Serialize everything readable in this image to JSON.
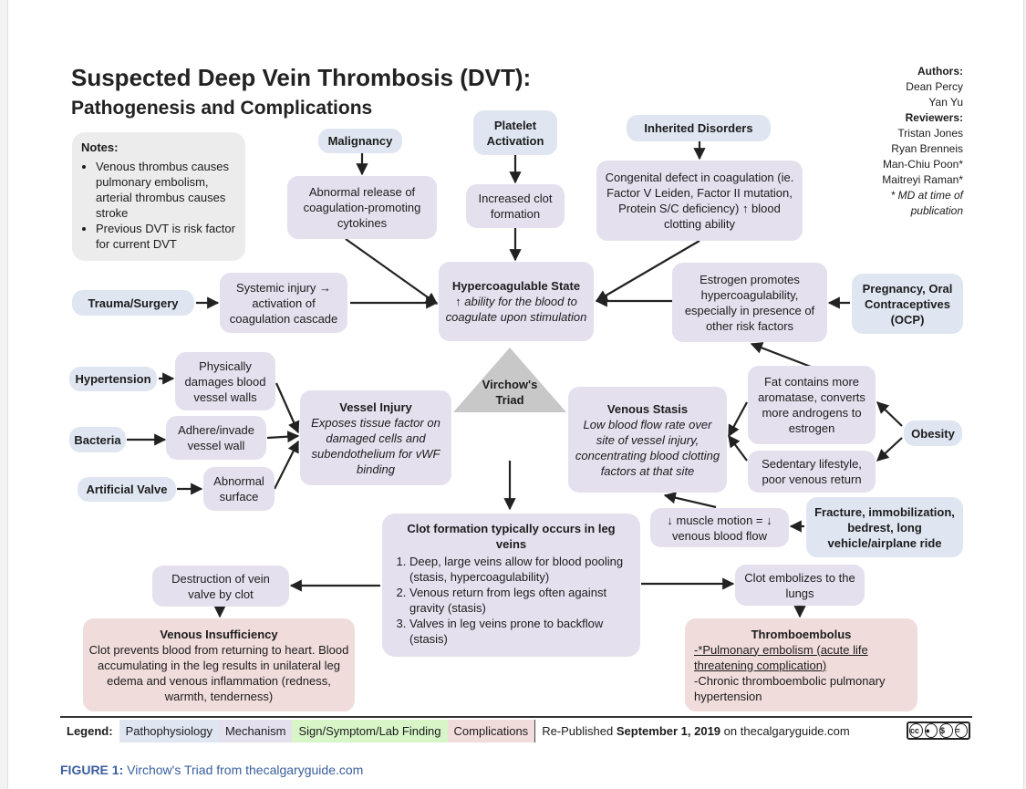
{
  "title": {
    "main": "Suspected Deep Vein Thrombosis (DVT):",
    "sub": "Pathogenesis and Complications"
  },
  "notes": {
    "heading": "Notes:",
    "items": [
      "Venous thrombus causes pulmonary embolism, arterial thrombus causes stroke",
      "Previous DVT is risk factor for current DVT"
    ]
  },
  "authors": {
    "authors_label": "Authors:",
    "authors": [
      "Dean Percy",
      "Yan Yu"
    ],
    "reviewers_label": "Reviewers:",
    "reviewers": [
      "Tristan Jones",
      "Ryan Brenneis",
      "Man-Chiu Poon*",
      "Maitreyi Raman*"
    ],
    "footnote": "* MD at time of publication"
  },
  "nodes": {
    "malignancy": "Malignancy",
    "abnormal_release": "Abnormal release of coagulation-promoting cytokines",
    "platelet_activation": "Platelet Activation",
    "increased_clot": "Increased clot formation",
    "inherited_disorders": "Inherited Disorders",
    "congenital_defect": "Congenital defect in coagulation (ie. Factor V Leiden, Factor II mutation, Protein S/C deficiency) ↑ blood clotting ability",
    "trauma_surgery": "Trauma/Surgery",
    "systemic_injury": "Systemic injury → activation of coagulation cascade",
    "hypercoag_title": "Hypercoagulable State",
    "hypercoag_desc": "↑ ability for the blood to coagulate upon stimulation",
    "estrogen_promotes": "Estrogen promotes hypercoagulability, especially in presence of other risk factors",
    "pregnancy": "Pregnancy, Oral Contraceptives (OCP)",
    "hypertension": "Hypertension",
    "physically_damages": "Physically damages blood vessel walls",
    "bacteria": "Bacteria",
    "adhere_invade": "Adhere/invade vessel wall",
    "artificial_valve": "Artificial Valve",
    "abnormal_surface": "Abnormal surface",
    "vessel_injury_title": "Vessel Injury",
    "vessel_injury_desc": "Exposes tissue factor on damaged cells and subendothelium for vWF binding",
    "virchow": "Virchow's Triad",
    "venous_stasis_title": "Venous Stasis",
    "venous_stasis_desc": "Low blood flow rate over site of vessel injury, concentrating blood clotting factors at that site",
    "fat_aromatase": "Fat contains more aromatase, converts more androgens to estrogen",
    "obesity": "Obesity",
    "sedentary": "Sedentary lifestyle, poor venous return",
    "muscle_motion": "↓ muscle motion = ↓ venous blood flow",
    "fracture": "Fracture, immobilization, bedrest, long vehicle/airplane ride",
    "clot_title": "Clot formation typically occurs in leg veins",
    "clot_items": [
      "Deep, large veins allow for blood pooling (stasis, hypercoagulability)",
      "Venous return from legs often against gravity (stasis)",
      "Valves in leg veins prone to backflow (stasis)"
    ],
    "destruction_valve": "Destruction of vein valve by clot",
    "venous_insuff_title": "Venous Insufficiency",
    "venous_insuff_desc": "Clot prevents blood from returning to heart. Blood accumulating in the leg results in unilateral leg edema and venous inflammation (redness, warmth, tenderness)",
    "clot_embolizes": "Clot embolizes to the lungs",
    "thromboembolus_title": "Thromboembolus",
    "thrombo_pe": "-*Pulmonary embolism (acute life threatening complication)",
    "thrombo_cteph": "-Chronic thromboembolic pulmonary hypertension"
  },
  "legend": {
    "label": "Legend:",
    "items": [
      "Pathophysiology",
      "Mechanism",
      "Sign/Symptom/Lab Finding",
      "Complications"
    ],
    "republished_prefix": "Re-Published",
    "republished_date": "September 1, 2019",
    "republished_suffix": "on thecalgaryguide.com",
    "license": "cc by nc nd"
  },
  "caption": {
    "label": "FIGURE 1:",
    "text": "Virchow's Triad from thecalgaryguide.com"
  },
  "colors": {
    "pathophysiology": "#dfe6f1",
    "mechanism": "#e5e0ee",
    "sign": "#d8f5c8",
    "complications": "#f1dcdc",
    "caption": "#3a5e9e"
  }
}
